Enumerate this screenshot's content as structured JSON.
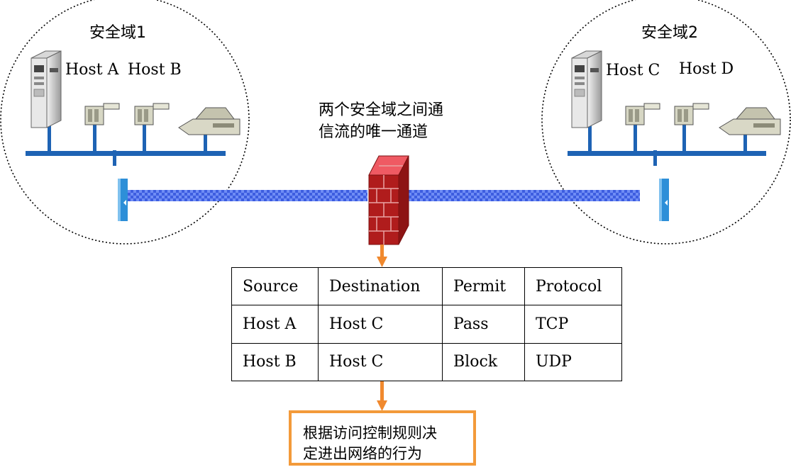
{
  "zones": [
    {
      "title": "安全域1",
      "hosts": [
        "Host A",
        "Host B"
      ]
    },
    {
      "title": "安全域2",
      "hosts": [
        "Host C",
        "Host D"
      ]
    }
  ],
  "firewall_caption": [
    "两个安全域之间通",
    "信流的唯一通道"
  ],
  "rule_table": {
    "headers": [
      "Source",
      "Destination",
      "Permit",
      "Protocol"
    ],
    "rows": [
      [
        "Host A",
        "Host C",
        "Pass",
        "TCP"
      ],
      [
        "Host B",
        "Host C",
        "Block",
        "UDP"
      ]
    ]
  },
  "decision_box": [
    "根据访问控制规则决",
    "定进出网络的行为"
  ],
  "colors": {
    "lan_bus": "#1e63b4",
    "link_pipe": "#3d5de0",
    "firewall": "#b01c1c",
    "firewall_top": "#ef5a63",
    "arrow": "#f0892e",
    "decision_border": "#f39a3a"
  },
  "icons": [
    "server-icon",
    "workstation-icon",
    "printer-icon",
    "router-icon",
    "firewall-icon"
  ]
}
